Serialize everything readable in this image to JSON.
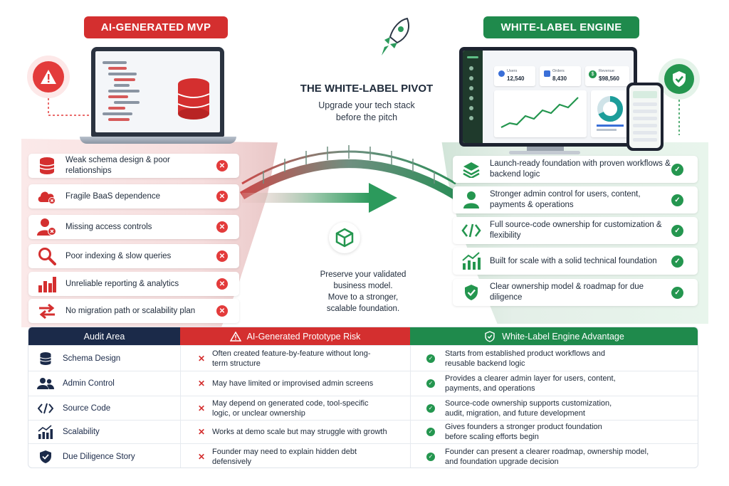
{
  "left_panel": {
    "title": "AI-GENERATED MVP",
    "items": [
      {
        "label": "Weak schema design & poor relationships",
        "icon": "database-icon"
      },
      {
        "label": "Fragile BaaS dependence",
        "icon": "cloud-error-icon"
      },
      {
        "label": "Missing access controls",
        "icon": "user-blocked-icon"
      },
      {
        "label": "Poor indexing & slow queries",
        "icon": "search-icon"
      },
      {
        "label": "Unreliable reporting & analytics",
        "icon": "bar-chart-icon"
      },
      {
        "label": "No migration path or scalability plan",
        "icon": "swap-arrows-icon"
      }
    ]
  },
  "center": {
    "title": "THE WHITE-LABEL PIVOT",
    "subtitle_line1": "Upgrade your tech stack",
    "subtitle_line2": "before the pitch",
    "caption": [
      "Preserve your validated",
      "business model.",
      "Move to a stronger,",
      "scalable foundation."
    ]
  },
  "right_panel": {
    "title": "WHITE-LABEL ENGINE",
    "dashboard": {
      "stats": [
        {
          "label": "Users",
          "value": "12,540"
        },
        {
          "label": "Orders",
          "value": "8,430"
        },
        {
          "label": "Revenue",
          "value": "$98,560"
        }
      ]
    },
    "items": [
      {
        "label": "Launch-ready foundation with proven workflows & backend logic",
        "icon": "layers-icon"
      },
      {
        "label": "Stronger admin control for users, content, payments & operations",
        "icon": "user-icon"
      },
      {
        "label": "Full source-code ownership for customization & flexibility",
        "icon": "code-icon"
      },
      {
        "label": "Built for scale with a solid technical foundation",
        "icon": "growth-chart-icon"
      },
      {
        "label": "Clear ownership model & roadmap for due diligence",
        "icon": "shield-check-icon"
      }
    ]
  },
  "table": {
    "headers": {
      "area": "Audit Area",
      "risk": "AI-Generated Prototype Risk",
      "advantage": "White-Label Engine Advantage"
    },
    "rows": [
      {
        "area": "Schema Design",
        "icon": "database-icon",
        "risk": "Often created feature-by-feature without long-term structure",
        "advantage": "Starts from established product workflows and reusable backend logic"
      },
      {
        "area": "Admin Control",
        "icon": "users-icon",
        "risk": "May have limited or improvised admin screens",
        "advantage": "Provides a clearer admin layer for users, content, payments, and operations"
      },
      {
        "area": "Source Code",
        "icon": "code-icon",
        "risk": "May depend on generated code, tool-specific logic, or unclear ownership",
        "advantage": "Source-code ownership supports customization, audit, migration, and future development"
      },
      {
        "area": "Scalability",
        "icon": "growth-chart-icon",
        "risk": "Works at demo scale but may struggle with growth",
        "advantage": "Gives founders a stronger product foundation before scaling efforts begin"
      },
      {
        "area": "Due Diligence Story",
        "icon": "shield-check-icon",
        "risk": "Founder may need to explain hidden debt defensively",
        "advantage": "Founder can present a clearer roadmap, ownership model, and foundation upgrade decision"
      }
    ]
  },
  "colors": {
    "red": "#d42f2f",
    "green": "#1f8a4c",
    "navy": "#1b2a49"
  }
}
